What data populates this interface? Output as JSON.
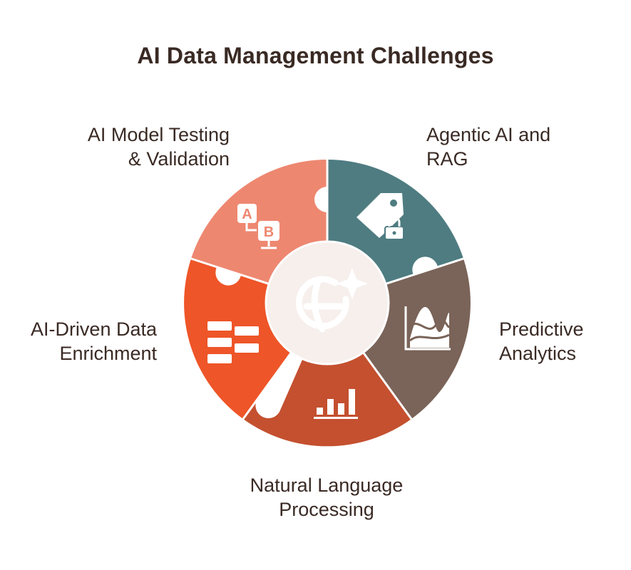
{
  "title": "AI Data Management Challenges",
  "segments": [
    {
      "id": "model-testing",
      "label_lines": [
        "AI Model Testing",
        "& Validation"
      ],
      "color": "#ee8770",
      "icon": "ab-test-icon"
    },
    {
      "id": "agentic-ai",
      "label_lines": [
        "Agentic AI and",
        "RAG"
      ],
      "color": "#4e7c81",
      "icon": "tag-lock-icon"
    },
    {
      "id": "predictive",
      "label_lines": [
        "Predictive",
        "Analytics"
      ],
      "color": "#7a6358",
      "icon": "area-chart-icon"
    },
    {
      "id": "nlp",
      "label_lines": [
        "Natural Language",
        "Processing"
      ],
      "color": "#c4502f",
      "icon": "bar-chart-icon"
    },
    {
      "id": "enrichment",
      "label_lines": [
        "AI-Driven Data",
        "Enrichment"
      ],
      "color": "#ee5528",
      "icon": "layers-icon"
    }
  ],
  "center": {
    "icon": "ai-sparkle-icon",
    "color": "#f6efec"
  }
}
